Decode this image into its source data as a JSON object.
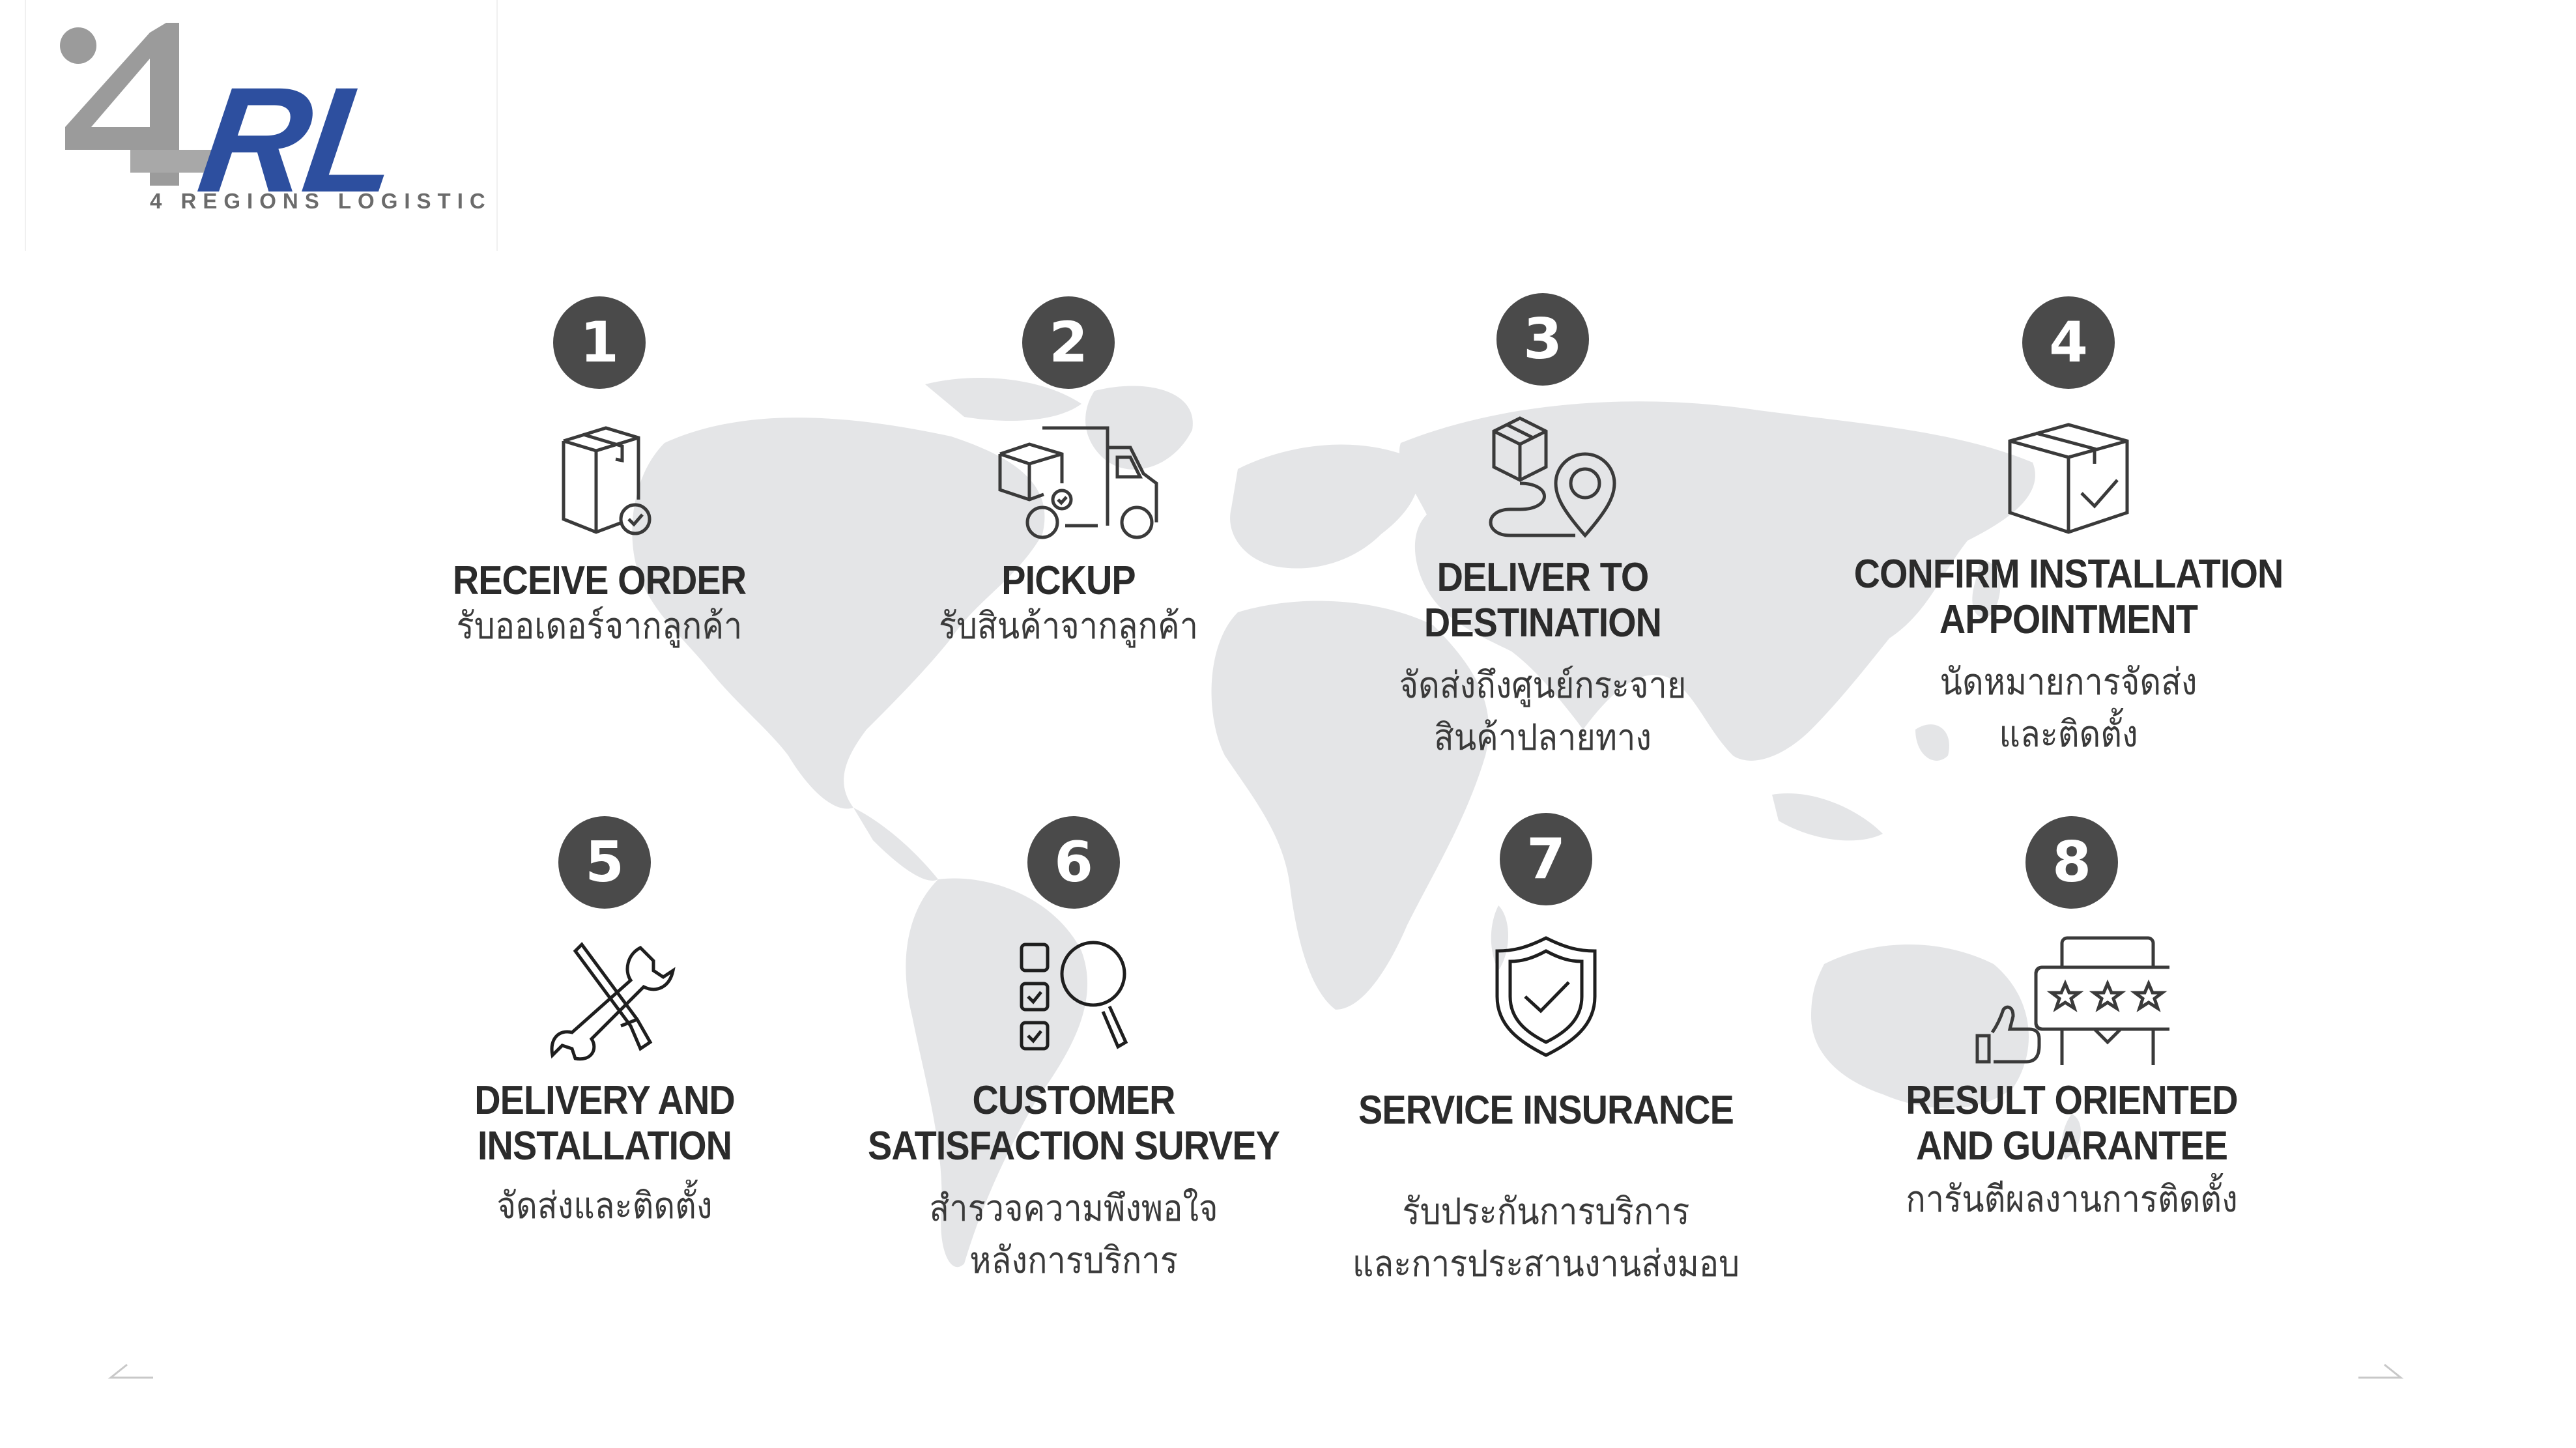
{
  "logo": {
    "mark": "4",
    "wordmark": "RL",
    "tagline": "4 REGIONS LOGISTIC",
    "colors": {
      "gray": "#9b9b9b",
      "blue": "#2d4f9f"
    }
  },
  "colors": {
    "badge": "#4a4a4a",
    "map": "#e4e5e7",
    "text": "#2b2b2b"
  },
  "steps": [
    {
      "number": "1",
      "icon": "box-check-icon",
      "title_lines": [
        "RECEIVE ORDER"
      ],
      "thai_lines": [
        "รับออเดอร์จากลูกค้า"
      ]
    },
    {
      "number": "2",
      "icon": "truck-box-icon",
      "title_lines": [
        "PICKUP"
      ],
      "thai_lines": [
        "รับสินค้าจากลูกค้า"
      ]
    },
    {
      "number": "3",
      "icon": "box-route-pin-icon",
      "title_lines": [
        "DELIVER TO",
        "DESTINATION"
      ],
      "thai_lines": [
        "จัดส่งถึงศูนย์กระจาย",
        "สินค้าปลายทาง"
      ]
    },
    {
      "number": "4",
      "icon": "box-checkmark-icon",
      "title_lines": [
        "CONFIRM INSTALLATION",
        "APPOINTMENT"
      ],
      "thai_lines": [
        "นัดหมายการจัดส่ง",
        "และติดตั้ง"
      ]
    },
    {
      "number": "5",
      "icon": "wrench-screwdriver-icon",
      "title_lines": [
        "DELIVERY AND",
        "INSTALLATION"
      ],
      "thai_lines": [
        "จัดส่งและติดตั้ง"
      ]
    },
    {
      "number": "6",
      "icon": "checklist-magnifier-icon",
      "title_lines": [
        "CUSTOMER",
        "SATISFACTION SURVEY"
      ],
      "thai_lines": [
        "สำรวจความพึงพอใจ",
        "หลังการบริการ"
      ]
    },
    {
      "number": "7",
      "icon": "shield-check-icon",
      "title_lines": [
        "SERVICE INSURANCE"
      ],
      "thai_lines": [
        "",
        "รับประกันการบริการ",
        "และการประสานงานส่งมอบ"
      ]
    },
    {
      "number": "8",
      "icon": "rating-thumbs-up-icon",
      "title_lines": [
        "RESULT ORIENTED",
        "AND GUARANTEE"
      ],
      "thai_lines": [
        "การันตีผลงานการติดตั้ง"
      ]
    }
  ],
  "nav": {
    "prev": "prev-arrow",
    "next": "next-arrow"
  }
}
